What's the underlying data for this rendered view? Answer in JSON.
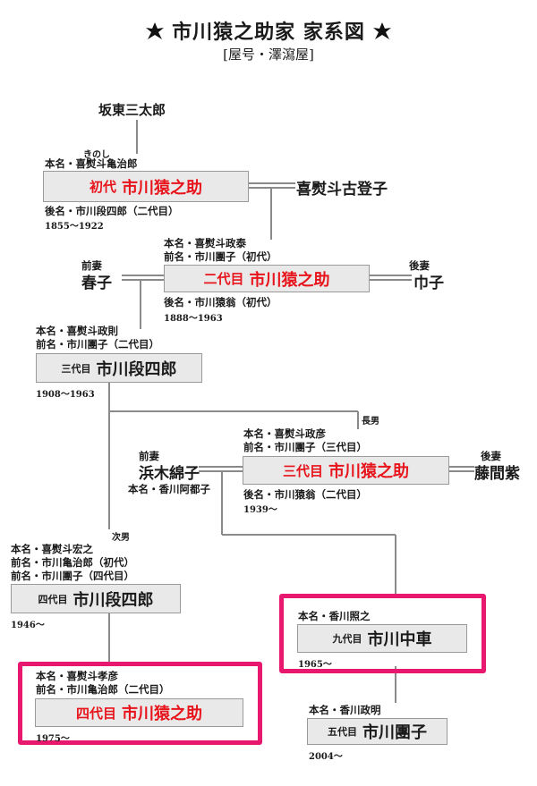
{
  "header": {
    "title": "市川猿之助家 家系図",
    "subtitle": "[屋号・澤瀉屋]",
    "crest_icon": "omodaka-crest",
    "accent_color": "#e8141b",
    "highlight_color": "#e8186f"
  },
  "people": {
    "bando": {
      "name": "坂東三太郎"
    },
    "gen1": {
      "ruby": "きのし",
      "honmyo": "本名・喜熨斗亀治郎",
      "gen": "初代",
      "name": "市川猿之助",
      "later": "後名・市川段四郎（二代目）",
      "dates": "1855～1922"
    },
    "kitoko": {
      "name": "喜熨斗古登子"
    },
    "gen2": {
      "honmyo": "本名・喜熨斗政泰",
      "former": "前名・市川團子（初代）",
      "gen": "二代目",
      "name": "市川猿之助",
      "later": "後名・市川猿翁（初代）",
      "dates": "1888～1963"
    },
    "haruko": {
      "role": "前妻",
      "name": "春子"
    },
    "hoko": {
      "role": "後妻",
      "name": "巾子"
    },
    "danshiro3": {
      "honmyo": "本名・喜熨斗政則",
      "former": "前名・市川團子（二代目）",
      "gen": "三代目",
      "name": "市川段四郎",
      "dates": "1908～1963"
    },
    "gen3": {
      "relation": "長男",
      "honmyo": "本名・喜熨斗政彦",
      "former": "前名・市川團子（三代目）",
      "gen": "三代目",
      "name": "市川猿之助",
      "later": "後名・市川猿翁（二代目）",
      "dates": "1939～"
    },
    "hamaki": {
      "role": "前妻",
      "name": "浜木綿子",
      "honmyo": "本名・香川阿都子"
    },
    "fujima": {
      "role": "後妻",
      "name": "藤間紫"
    },
    "danshiro4": {
      "relation": "次男",
      "honmyo": "本名・喜熨斗宏之",
      "former1": "前名・市川亀治郎（初代）",
      "former2": "前名・市川團子（四代目）",
      "gen": "四代目",
      "name": "市川段四郎",
      "dates": "1946～"
    },
    "chusha": {
      "honmyo": "本名・香川照之",
      "gen": "九代目",
      "name": "市川中車",
      "dates": "1965～"
    },
    "gen4": {
      "honmyo": "本名・喜熨斗孝彦",
      "former": "前名・市川亀治郎（二代目）",
      "gen": "四代目",
      "name": "市川猿之助",
      "dates": "1975～"
    },
    "danko5": {
      "honmyo": "本名・香川政明",
      "gen": "五代目",
      "name": "市川團子",
      "dates": "2004～"
    }
  }
}
